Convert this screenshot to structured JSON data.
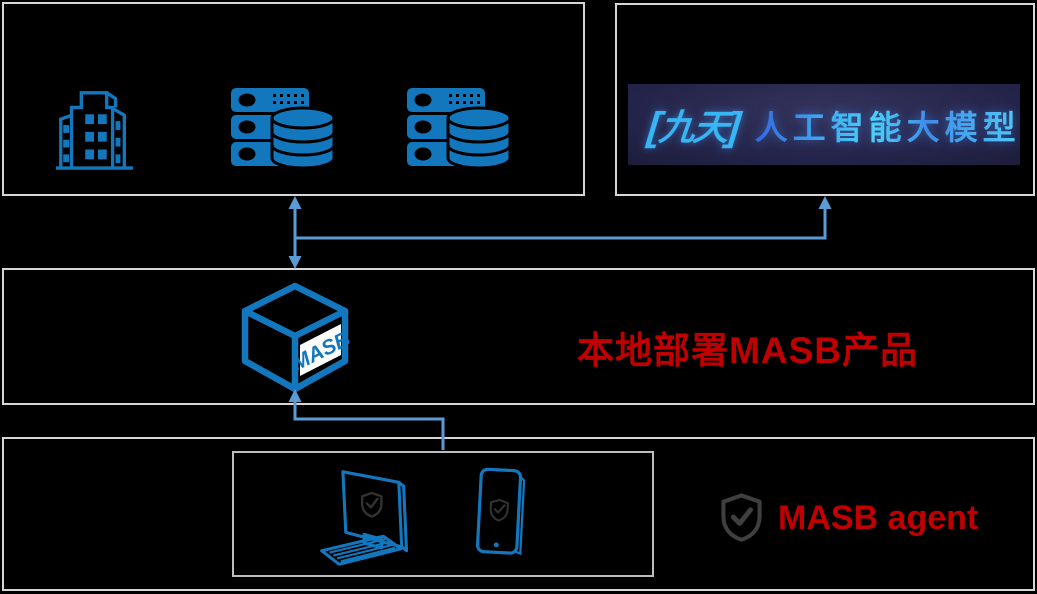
{
  "diagram": {
    "top_left_box": {
      "icons": [
        "enterprise-building",
        "server-database",
        "server-database"
      ]
    },
    "top_right_box": {
      "banner": {
        "logo_bracket_left": "[",
        "logo_text": "九天",
        "logo_bracket_right": "]",
        "title": "人工智能大模型"
      }
    },
    "middle_box": {
      "cube_label": "MASB",
      "title": "本地部署MASB产品"
    },
    "bottom_box": {
      "device_icons": [
        "desktop-computer",
        "smartphone"
      ],
      "agent_label": "MASB agent"
    },
    "colors": {
      "background": "#000000",
      "box_border": "#d6d6d6",
      "icon_blue": "#1377be",
      "arrow_blue": "#5b9bd5",
      "text_red": "#c00000",
      "shield_gray": "#3f3f3f",
      "banner_background": "#1b1b38",
      "banner_text": "#45b9f0"
    }
  }
}
